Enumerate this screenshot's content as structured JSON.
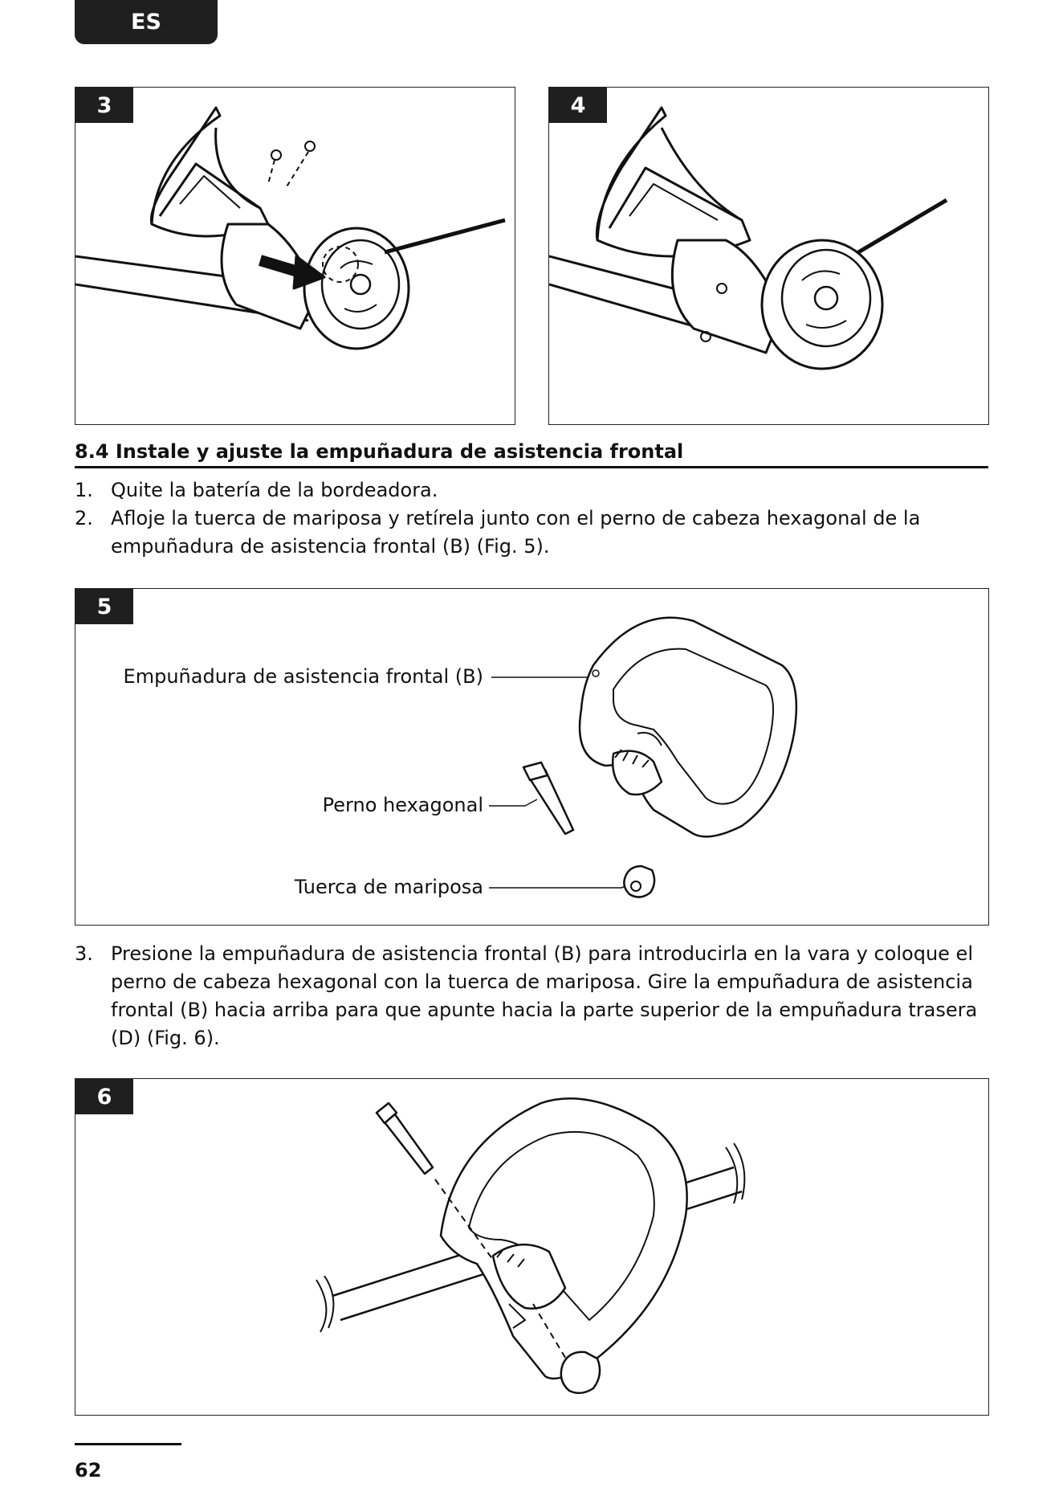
{
  "header": {
    "language": "ES"
  },
  "figures": {
    "fig3": {
      "number": "3"
    },
    "fig4": {
      "number": "4"
    },
    "fig5": {
      "number": "5",
      "labels": {
        "handle": "Empuñadura de asistencia frontal (B)",
        "bolt": "Perno hexagonal",
        "nut": "Tuerca de mariposa"
      }
    },
    "fig6": {
      "number": "6"
    }
  },
  "section": {
    "title": "8.4 Instale y ajuste la empuñadura de asistencia frontal",
    "steps": [
      {
        "num": "1.",
        "text": "Quite la batería de la bordeadora."
      },
      {
        "num": "2.",
        "text": "Afloje la tuerca de mariposa y retírela junto con el perno de cabeza hexagonal de la empuñadura de asistencia frontal (B) (Fig. 5)."
      },
      {
        "num": "3.",
        "text": "Presione la empuñadura de asistencia frontal (B) para introducirla en la vara y coloque el perno de cabeza hexagonal con la tuerca de mariposa. Gire la empuñadura de asistencia frontal (B) hacia arriba para que apunte hacia la parte superior de la empuñadura trasera (D) (Fig. 6)."
      }
    ]
  },
  "footer": {
    "page_number": "62"
  }
}
